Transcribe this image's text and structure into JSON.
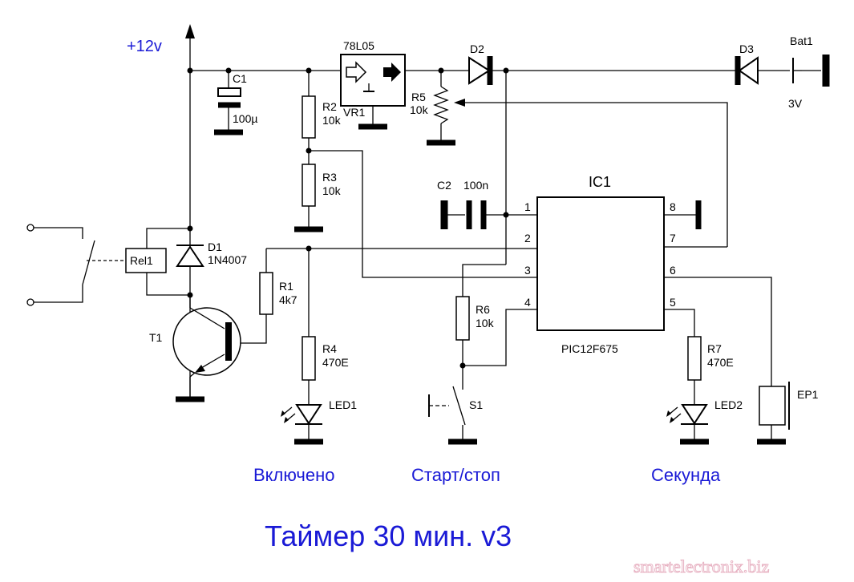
{
  "title": "Таймер 30 мин. v3",
  "watermark": "smartelectronix.biz",
  "supply": "+12v",
  "captions": {
    "led1": "Включено",
    "s1": "Старт/стоп",
    "led2": "Секунда"
  },
  "components": {
    "c1": {
      "ref": "C1",
      "value": "100µ"
    },
    "c2": {
      "ref": "C2",
      "value": "100n"
    },
    "vr1": {
      "ref": "VR1",
      "part": "78L05"
    },
    "d1": {
      "ref": "D1",
      "value": "1N4007"
    },
    "d2": {
      "ref": "D2"
    },
    "d3": {
      "ref": "D3"
    },
    "bat1": {
      "ref": "Bat1",
      "value": "3V"
    },
    "r1": {
      "ref": "R1",
      "value": "4k7"
    },
    "r2": {
      "ref": "R2",
      "value": "10k"
    },
    "r3": {
      "ref": "R3",
      "value": "10k"
    },
    "r4": {
      "ref": "R4",
      "value": "470E"
    },
    "r5": {
      "ref": "R5",
      "value": "10k"
    },
    "r6": {
      "ref": "R6",
      "value": "10k"
    },
    "r7": {
      "ref": "R7",
      "value": "470E"
    },
    "led1": {
      "ref": "LED1"
    },
    "led2": {
      "ref": "LED2"
    },
    "t1": {
      "ref": "T1"
    },
    "rel1": {
      "ref": "Rel1"
    },
    "s1": {
      "ref": "S1"
    },
    "ep1": {
      "ref": "EP1"
    },
    "ic1": {
      "ref": "IC1",
      "part": "PIC12F675",
      "pins": [
        "1",
        "2",
        "3",
        "4",
        "5",
        "6",
        "7",
        "8"
      ]
    }
  },
  "colors": {
    "caption": "#1a1ad6",
    "wire": "#000000",
    "watermark": "#e8b4c4"
  }
}
